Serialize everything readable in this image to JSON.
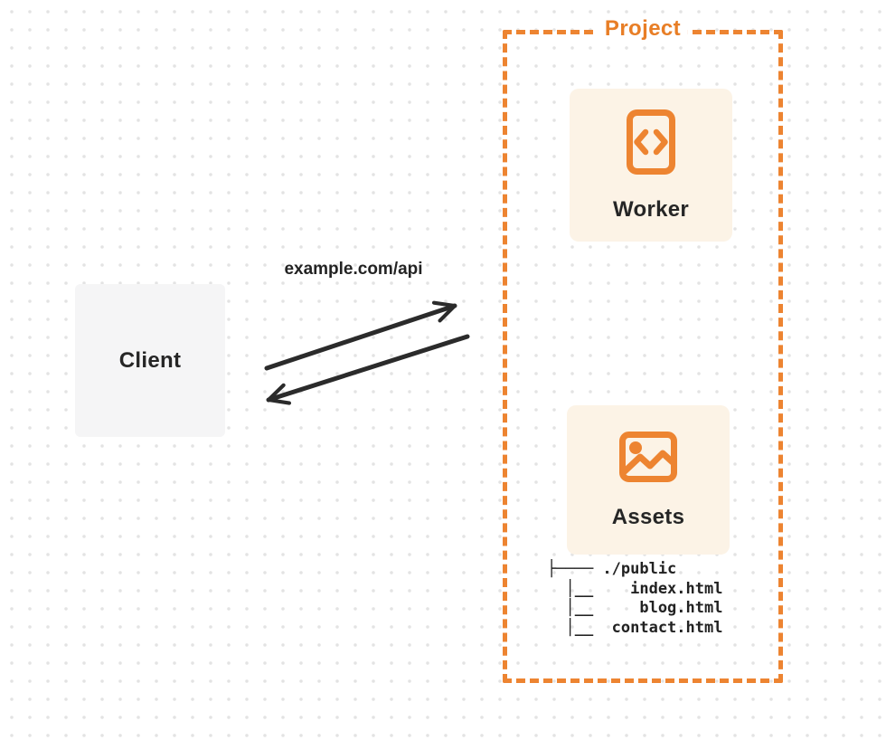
{
  "colors": {
    "accent_orange": "#ED8431",
    "card_cream_bg": "#FCF3E6",
    "client_gray_bg": "#F5F5F6",
    "ink_dark": "#2B2B2B",
    "dot_grid": "#E3E3E3"
  },
  "client_node": {
    "label": "Client"
  },
  "request": {
    "url_label": "example.com/api"
  },
  "project": {
    "label": "Project",
    "worker_node": {
      "label": "Worker",
      "icon": "code-file-icon"
    },
    "assets_node": {
      "label": "Assets",
      "icon": "image-landscape-icon"
    },
    "file_tree": {
      "lines": [
        "├──── ./public",
        "  │__    index.html",
        "  │__     blog.html",
        "  │__  contact.html"
      ]
    }
  }
}
